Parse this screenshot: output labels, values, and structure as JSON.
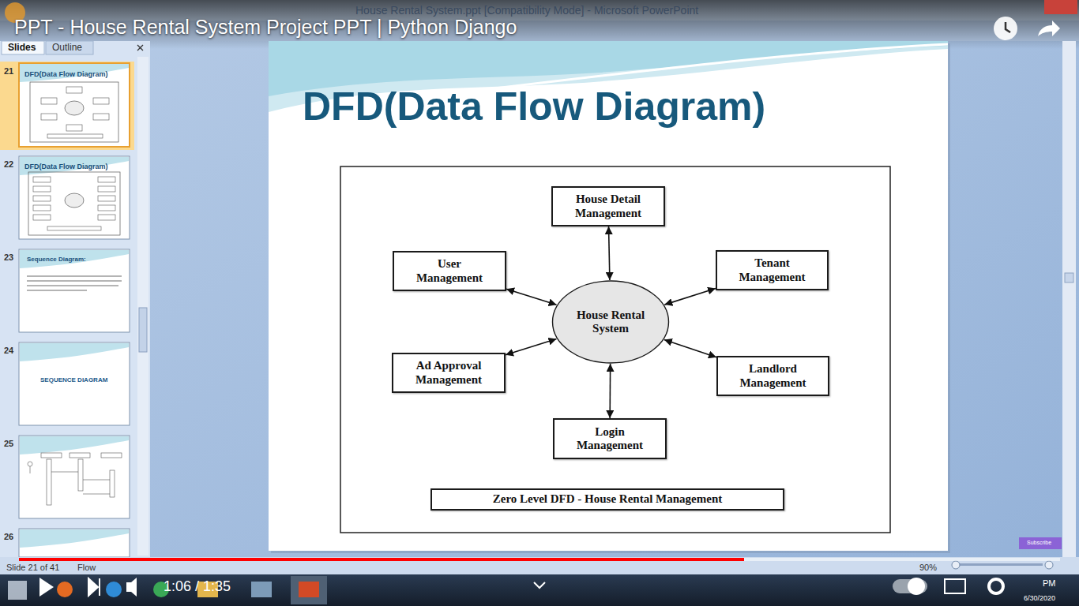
{
  "diagram": {
    "title": "DFD(Data Flow Diagram)",
    "nodes": [
      {
        "text": [
          "House Detail Management"
        ]
      },
      {
        "text": [
          "User Management"
        ]
      },
      {
        "text": [
          "Tenant Management"
        ]
      },
      {
        "text": [
          "House Rental System"
        ]
      },
      {
        "text": [
          "Ad Approval Management"
        ]
      },
      {
        "text": [
          "Landlord Management"
        ]
      },
      {
        "text": [
          "Login Management"
        ]
      },
      {
        "text": [
          "Zero Level DFD - House Rental Management"
        ]
      }
    ],
    "edges": [
      {
        "from": 3,
        "to": 0,
        "arrow": "both"
      },
      {
        "from": 3,
        "to": 1,
        "arrow": "both"
      },
      {
        "from": 3,
        "to": 2,
        "arrow": "both"
      },
      {
        "from": 3,
        "to": 4,
        "arrow": "both"
      },
      {
        "from": 3,
        "to": 5,
        "arrow": "both"
      },
      {
        "from": 3,
        "to": 6,
        "arrow": "both"
      }
    ],
    "labels": [
      "House Rental System.ppt [Compatibility Mode] - Microsoft PowerPoint",
      "PPT - House Rental System Project PPT | Python Django",
      "Slides",
      "Outline",
      "21",
      "22",
      "23",
      "24",
      "25",
      "26",
      "DFD(Data Flow Diagram)",
      "DFD(Data Flow Diagram)",
      "Sequence Diagram:",
      "SEQUENCE DIAGRAM",
      "Slide 21 of 41",
      "Flow",
      "90%",
      "1:06 / 1:35",
      "Subscribe",
      "PM",
      "6/30/2020"
    ]
  }
}
